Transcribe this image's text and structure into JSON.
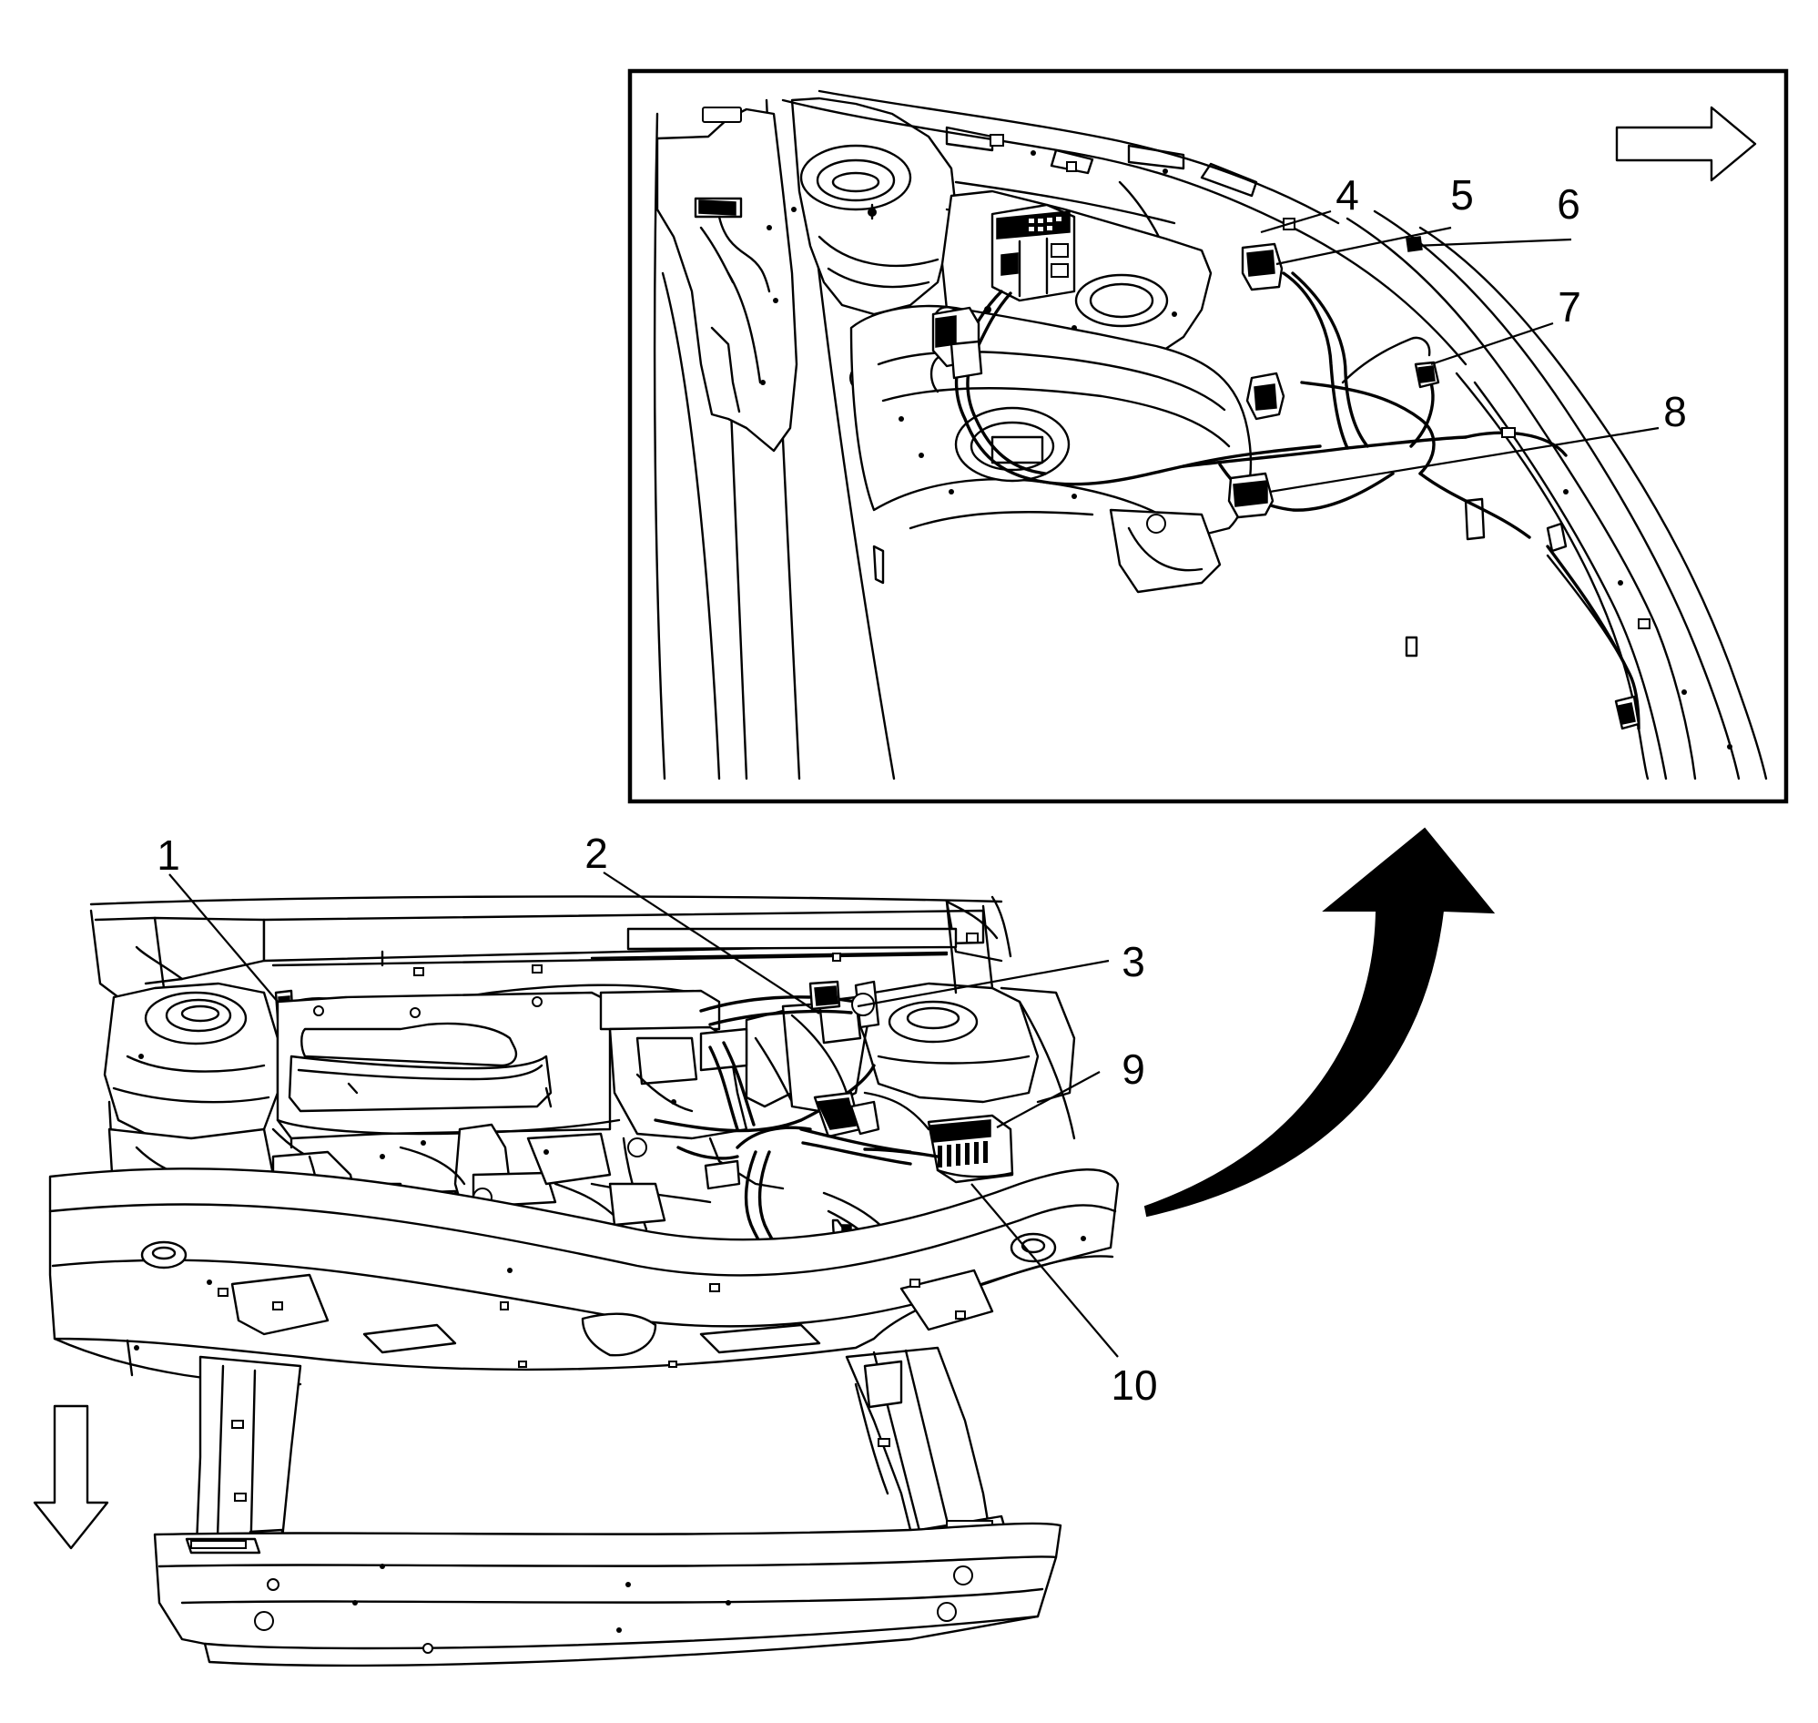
{
  "callouts": [
    {
      "id": 1,
      "label": "1"
    },
    {
      "id": 2,
      "label": "2"
    },
    {
      "id": 3,
      "label": "3"
    },
    {
      "id": 4,
      "label": "4"
    },
    {
      "id": 5,
      "label": "5"
    },
    {
      "id": 6,
      "label": "6"
    },
    {
      "id": 7,
      "label": "7"
    },
    {
      "id": 8,
      "label": "8"
    },
    {
      "id": 9,
      "label": "9"
    },
    {
      "id": 10,
      "label": "10"
    }
  ],
  "icons": {
    "inset_forward_arrow": "outline-arrow-right-icon",
    "main_forward_arrow": "outline-arrow-down-icon",
    "detail_pointer": "curved-solid-arrow-icon"
  }
}
